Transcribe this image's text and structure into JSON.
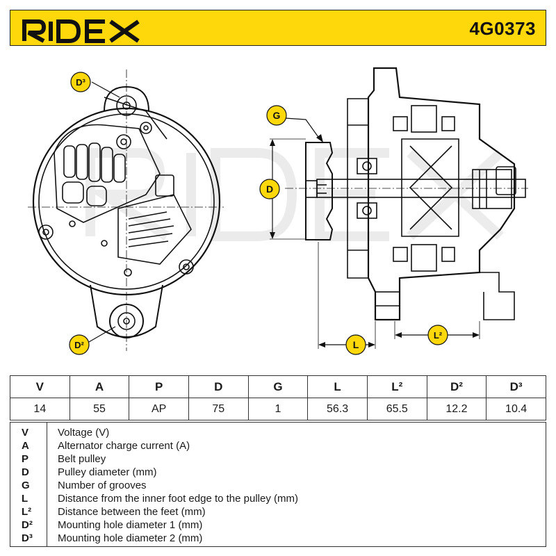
{
  "header": {
    "brand": "RIDEX",
    "part_number": "4G0373",
    "brand_color": "#fed80a"
  },
  "drawing": {
    "labels": {
      "d3": "D³",
      "d2": "D²",
      "g": "G",
      "d": "D",
      "l": "L",
      "l2": "L²"
    },
    "watermark": "RIDEX"
  },
  "spec_table": {
    "headers": [
      "V",
      "A",
      "P",
      "D",
      "G",
      "L",
      "L²",
      "D²",
      "D³"
    ],
    "values": [
      "14",
      "55",
      "AP",
      "75",
      "1",
      "56.3",
      "65.5",
      "12.2",
      "10.4"
    ]
  },
  "legend": [
    {
      "code": "V",
      "desc": "Voltage (V)"
    },
    {
      "code": "A",
      "desc": "Alternator charge current (A)"
    },
    {
      "code": "P",
      "desc": "Belt pulley"
    },
    {
      "code": "D",
      "desc": "Pulley diameter (mm)"
    },
    {
      "code": "G",
      "desc": "Number of grooves"
    },
    {
      "code": "L",
      "desc": "Distance from the inner foot edge to the pulley (mm)"
    },
    {
      "code": "L²",
      "desc": "Distance between the feet (mm)"
    },
    {
      "code": "D²",
      "desc": "Mounting hole diameter 1 (mm)"
    },
    {
      "code": "D³",
      "desc": "Mounting hole diameter 2 (mm)"
    }
  ]
}
